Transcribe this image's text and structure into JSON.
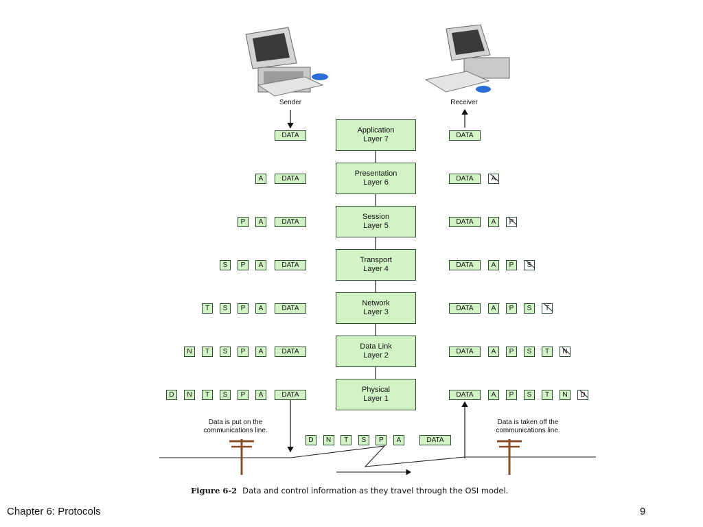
{
  "sender_label": "Sender",
  "receiver_label": "Receiver",
  "layers": [
    {
      "name": "Application",
      "num": "Layer 7"
    },
    {
      "name": "Presentation",
      "num": "Layer 6"
    },
    {
      "name": "Session",
      "num": "Layer 5"
    },
    {
      "name": "Transport",
      "num": "Layer 4"
    },
    {
      "name": "Network",
      "num": "Layer 3"
    },
    {
      "name": "Data Link",
      "num": "Layer 2"
    },
    {
      "name": "Physical",
      "num": "Layer 1"
    }
  ],
  "headers": [
    "A",
    "P",
    "S",
    "T",
    "N",
    "D"
  ],
  "data_text": "DATA",
  "note_put": "Data is put on the communications line.",
  "note_taken": "Data is taken off the communications line.",
  "caption_label": "Figure 6-2",
  "caption_text": "Data and control information as they travel through the OSI model.",
  "footer_left": "Chapter 6:  Protocols",
  "footer_right": "9"
}
